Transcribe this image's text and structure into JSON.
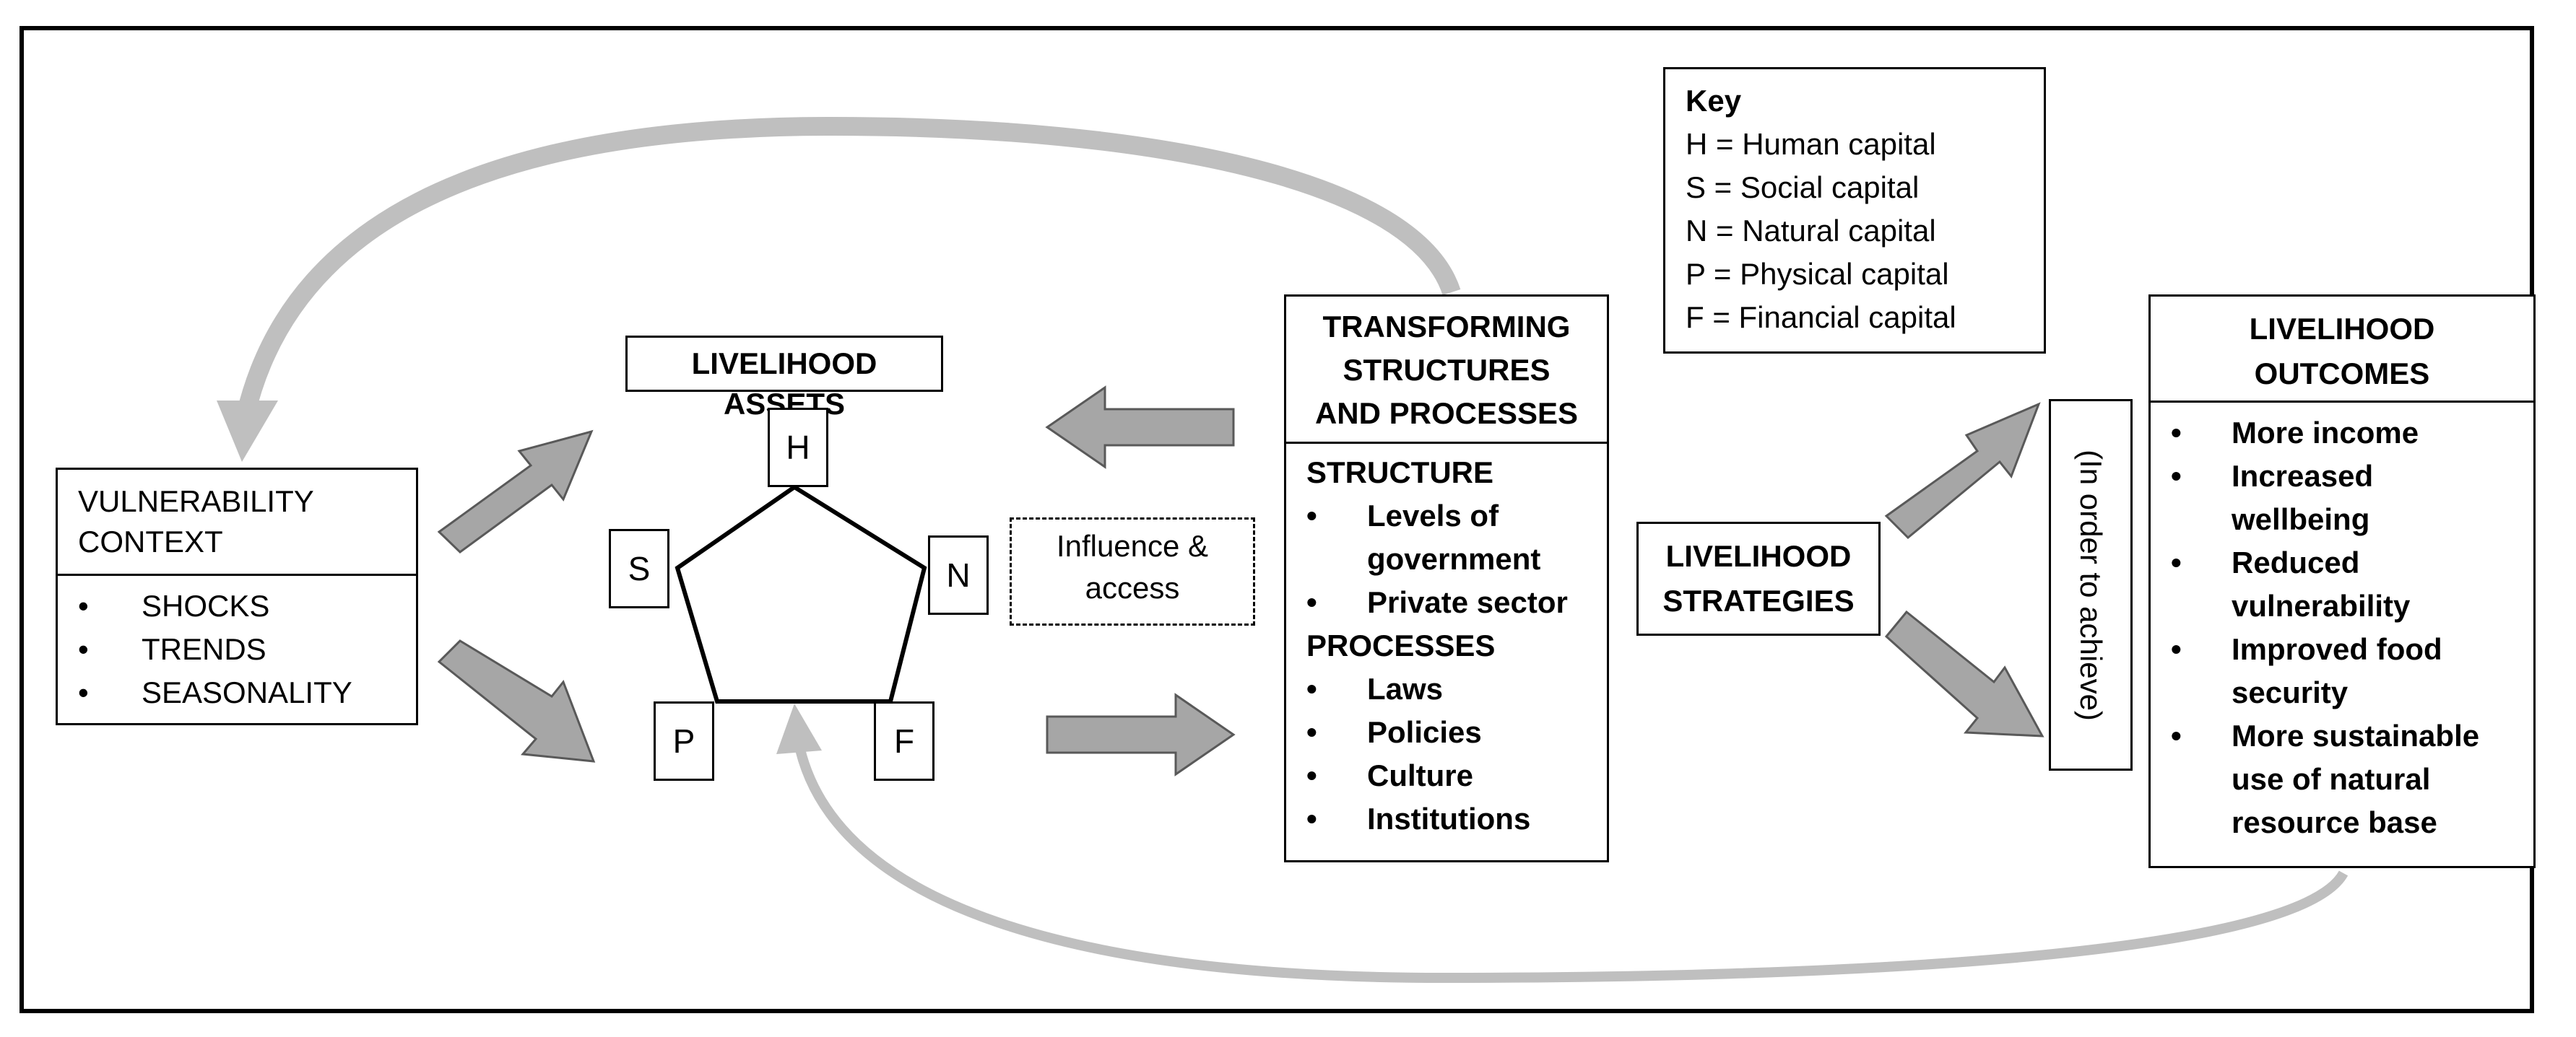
{
  "vulnerability": {
    "title_line1": "VULNERABILITY",
    "title_line2": "CONTEXT",
    "items": [
      "SHOCKS",
      "TRENDS",
      "SEASONALITY"
    ]
  },
  "assets": {
    "title": "LIVELIHOOD ASSETS",
    "nodes": {
      "H": "H",
      "S": "S",
      "N": "N",
      "P": "P",
      "F": "F"
    }
  },
  "influence": {
    "line1": "Influence &",
    "line2": "access"
  },
  "transforming": {
    "title_line1": "TRANSFORMING",
    "title_line2": "STRUCTURES",
    "title_line3": "AND PROCESSES",
    "structure_heading": "STRUCTURE",
    "structure_items": [
      "Levels of government",
      "Private sector"
    ],
    "processes_heading": "PROCESSES",
    "process_items": [
      "Laws",
      "Policies",
      "Culture",
      "Institutions"
    ]
  },
  "key": {
    "title": "Key",
    "items": [
      "H = Human capital",
      "S = Social capital",
      "N = Natural capital",
      "P = Physical capital",
      "F = Financial capital"
    ]
  },
  "strategies": {
    "line1": "LIVELIHOOD",
    "line2": "STRATEGIES"
  },
  "in_order": {
    "text": "(In order to achieve)"
  },
  "outcomes": {
    "title_line1": "LIVELIHOOD",
    "title_line2": "OUTCOMES",
    "items": [
      "More income",
      "Increased wellbeing",
      "Reduced vulnerability",
      "Improved food security",
      "More sustainable use of natural resource base"
    ]
  },
  "colors": {
    "arrow_fill": "#a6a6a6",
    "arrow_stroke": "#595959",
    "feedback_arrow": "#bfbfbf"
  },
  "bullet": "•"
}
